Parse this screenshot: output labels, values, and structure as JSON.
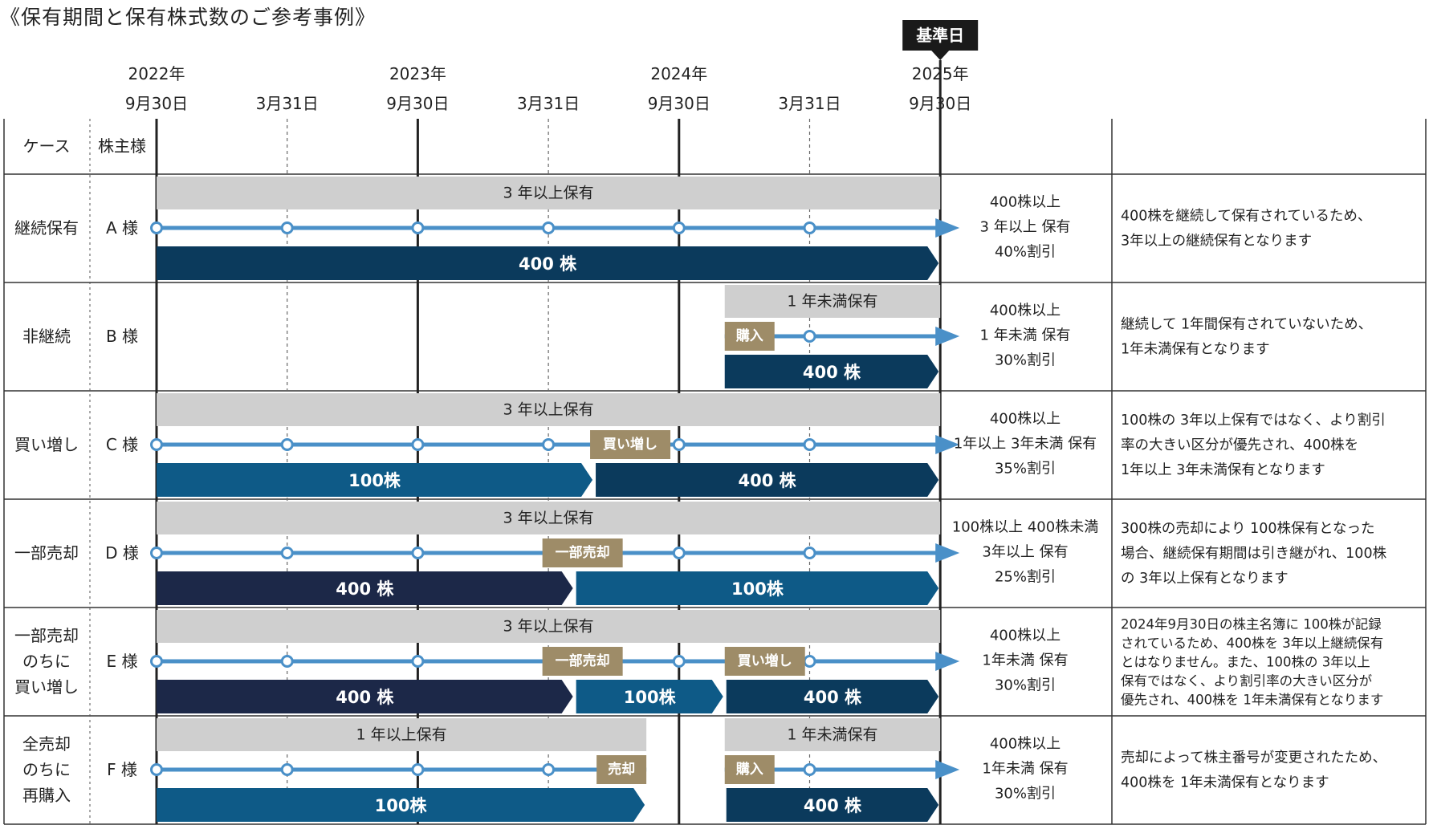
{
  "title": "《保有期間と保有株式数のご参考事例》",
  "base_date_label": "基準日",
  "years": [
    {
      "label": "2022年",
      "tick": 0
    },
    {
      "label": "2023年",
      "tick": 2
    },
    {
      "label": "2024年",
      "tick": 4
    },
    {
      "label": "2025年",
      "tick": 6
    }
  ],
  "dates": [
    "9月30日",
    "3月31日",
    "9月30日",
    "3月31日",
    "9月30日",
    "3月31日",
    "9月30日"
  ],
  "header": {
    "case": "ケース",
    "holder": "株主様"
  },
  "colors": {
    "navy": "#0b3a5c",
    "dark_indigo": "#1c2848",
    "mid_blue": "#0e5a87",
    "gray_bar": "#cfcfcf",
    "event_tag": "#9e8c68",
    "line": "#4a90c8",
    "grid": "#222222"
  },
  "rows": [
    {
      "case": [
        "継続保有"
      ],
      "holder": "A 様",
      "periods": [
        {
          "label": "3 年以上保有",
          "from": 0,
          "to": 6
        }
      ],
      "events": [],
      "line_start": 0,
      "holdings": [
        {
          "label": "400 株",
          "from": 0,
          "to": 6,
          "color": "navy"
        }
      ],
      "result": [
        "400株以上",
        "3 年以上 保有",
        "40%割引"
      ],
      "note": [
        "400株を継続して保有されているため、",
        "3年以上の継続保有となります"
      ]
    },
    {
      "case": [
        "非継続"
      ],
      "holder": "B 様",
      "periods": [
        {
          "label": "1 年未満保有",
          "from": 4.35,
          "to": 6
        }
      ],
      "events": [
        {
          "label": "購入",
          "at": 4.35
        }
      ],
      "line_start": 4.35,
      "holdings": [
        {
          "label": "400 株",
          "from": 4.35,
          "to": 6,
          "color": "navy"
        }
      ],
      "result": [
        "400株以上",
        "1 年未満 保有",
        "30%割引"
      ],
      "note": [
        "継続して 1年間保有されていないため、",
        "1年未満保有となります"
      ]
    },
    {
      "case": [
        "買い増し"
      ],
      "holder": "C 様",
      "periods": [
        {
          "label": "3 年以上保有",
          "from": 0,
          "to": 6
        }
      ],
      "events": [
        {
          "label": "買い増し",
          "at": 3.35
        }
      ],
      "line_start": 0,
      "holdings": [
        {
          "label": "100株",
          "from": 0,
          "to": 3.35,
          "color": "mid_blue"
        },
        {
          "label": "400 株",
          "from": 3.35,
          "to": 6,
          "color": "navy"
        }
      ],
      "result": [
        "400株以上",
        "1年以上 3年未満 保有",
        "35%割引"
      ],
      "note": [
        "100株の 3年以上保有ではなく、より割引",
        "率の大きい区分が優先され、400株を",
        "1年以上 3年未満保有となります"
      ]
    },
    {
      "case": [
        "一部売却"
      ],
      "holder": "D 様",
      "periods": [
        {
          "label": "3 年以上保有",
          "from": 0,
          "to": 6
        }
      ],
      "events": [
        {
          "label": "一部売却",
          "at": 3.2
        }
      ],
      "line_start": 0,
      "holdings": [
        {
          "label": "400 株",
          "from": 0,
          "to": 3.2,
          "color": "dark_indigo"
        },
        {
          "label": "100株",
          "from": 3.2,
          "to": 6,
          "color": "mid_blue"
        }
      ],
      "result": [
        "100株以上 400株未満",
        "3年以上 保有",
        "25%割引"
      ],
      "note": [
        "300株の売却により 100株保有となった",
        "場合、継続保有期間は引き継がれ、100株",
        "の 3年以上保有となります"
      ]
    },
    {
      "case": [
        "一部売却",
        "のちに",
        "買い増し"
      ],
      "holder": "E 様",
      "periods": [
        {
          "label": "3 年以上保有",
          "from": 0,
          "to": 6
        }
      ],
      "events": [
        {
          "label": "一部売却",
          "at": 3.2
        },
        {
          "label": "買い増し",
          "at": 4.35
        }
      ],
      "line_start": 0,
      "holdings": [
        {
          "label": "400 株",
          "from": 0,
          "to": 3.2,
          "color": "dark_indigo"
        },
        {
          "label": "100株",
          "from": 3.2,
          "to": 4.35,
          "color": "mid_blue"
        },
        {
          "label": "400 株",
          "from": 4.35,
          "to": 6,
          "color": "navy"
        }
      ],
      "result": [
        "400株以上",
        "1年未満 保有",
        "30%割引"
      ],
      "note": [
        "2024年9月30日の株主名簿に 100株が記録",
        "されているため、400株を 3年以上継続保有",
        "とはなりません。また、100株の 3年以上",
        "保有ではなく、より割引率の大きい区分が",
        "優先され、400株を 1年未満保有となります"
      ]
    },
    {
      "case": [
        "全売却",
        "のちに",
        "再購入"
      ],
      "holder": "F 様",
      "periods": [
        {
          "label": "1 年以上保有",
          "from": 0,
          "to": 3.75
        },
        {
          "label": "1 年未満保有",
          "from": 4.35,
          "to": 6
        }
      ],
      "events": [
        {
          "label": "売却",
          "at": 3.75
        },
        {
          "label": "購入",
          "at": 4.35
        }
      ],
      "line_start": 0,
      "line_end": 3.75,
      "line2_start": 4.35,
      "holdings": [
        {
          "label": "100株",
          "from": 0,
          "to": 3.75,
          "color": "mid_blue"
        },
        {
          "label": "400 株",
          "from": 4.35,
          "to": 6,
          "color": "navy"
        }
      ],
      "result": [
        "400株以上",
        "1年未満 保有",
        "30%割引"
      ],
      "note": [
        "売却によって株主番号が変更されたため、",
        "400株を 1年未満保有となります"
      ]
    }
  ]
}
